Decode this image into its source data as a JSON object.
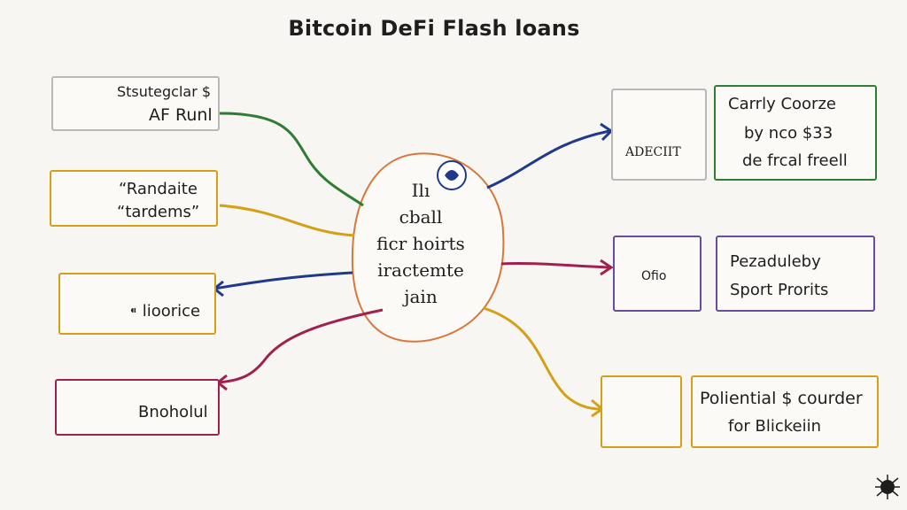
{
  "title": "Bitcoin DeFi Flash loans",
  "center": {
    "lines": [
      "Ilı",
      "cball",
      "ficr hoirts",
      "iractemte",
      "jain"
    ]
  },
  "left_nodes": [
    {
      "line1": "Stsutegclar $",
      "line2": "AF Runl",
      "icon": "computer-stack-icon",
      "color": "#2e7d32"
    },
    {
      "line1": "“Randaite",
      "line2": "“tardems”",
      "icon": "laptop-icon",
      "color": "#d4a017"
    },
    {
      "line1": "⁌ lioorice",
      "line2": "",
      "icon": "network-people-icon",
      "color": "#1f3a8a"
    },
    {
      "line1": "Bnoholul",
      "line2": "",
      "icon": "star-card-icon",
      "color": "#a0214f"
    }
  ],
  "right_nodes": [
    {
      "icon_caption": "ADECIIT",
      "line1": "Carrly Coorze",
      "line2": "by nco $33",
      "line3": "de frcal freell",
      "icon": "building-icon",
      "color": "#1f3a8a"
    },
    {
      "icon_caption": "Ofio",
      "line1": "Pezaduleby",
      "line2": "Sport Prorits",
      "line3": "",
      "icon": "document-icon",
      "color": "#a0214f"
    },
    {
      "icon_caption": "",
      "line1": "Poliential $ courder",
      "line2": "for Blickeiin",
      "line3": "",
      "icon": "chart-screen-icon",
      "color": "#d4a017"
    }
  ],
  "colors": {
    "green": "#2e7d32",
    "gold": "#d4a017",
    "blue": "#1f3a8a",
    "crimson": "#a0214f",
    "purple": "#6a4c9c",
    "orange": "#d9773a",
    "center_border": "#d9773a"
  }
}
